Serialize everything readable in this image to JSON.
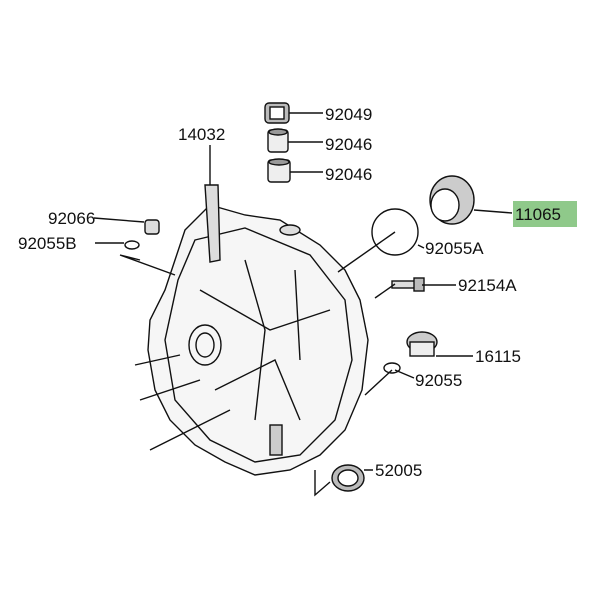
{
  "diagram": {
    "highlight_color": "#8fc98a",
    "highlighted_part": "11065",
    "labels": [
      {
        "id": "92049",
        "part": "bearing"
      },
      {
        "id": "92046",
        "part": "needle-bearing-upper"
      },
      {
        "id": "92046",
        "part": "needle-bearing-lower"
      },
      {
        "id": "14032",
        "part": "cover-tab"
      },
      {
        "id": "92066",
        "part": "plug"
      },
      {
        "id": "92055B",
        "part": "o-ring"
      },
      {
        "id": "11065",
        "part": "cap"
      },
      {
        "id": "92055A",
        "part": "o-ring"
      },
      {
        "id": "92154A",
        "part": "bolt"
      },
      {
        "id": "16115",
        "part": "plug"
      },
      {
        "id": "92055",
        "part": "o-ring"
      },
      {
        "id": "52005",
        "part": "oil-seal"
      }
    ]
  }
}
